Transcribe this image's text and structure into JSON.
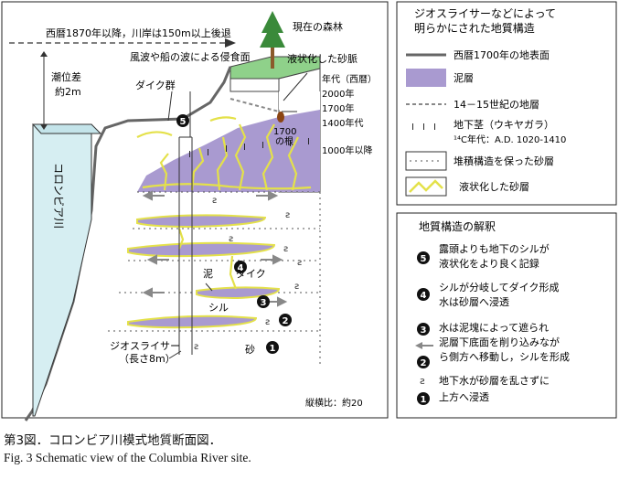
{
  "diagram": {
    "top_arrow_text": "西暦1870年以降，川岸は150m以上後退",
    "forest_label": "現在の森林",
    "erosion_label": "風波や船の波による侵食面",
    "liquefied_vein_label": "液状化した砂脈",
    "dike_group_label": "ダイク群",
    "tide_label_line1": "潮位差",
    "tide_label_line2": "約2m",
    "river_label": "コロンビア川",
    "era_header": "年代（西暦）",
    "era_2000": "2000年",
    "era_1700": "1700年",
    "era_1400": "1400年代",
    "era_1000": "1000年以降",
    "root_label_line1": "1700",
    "root_label_line2": "の根",
    "mud_label": "泥",
    "dike_label": "ダイク",
    "sill_label": "シル",
    "sand_label": "砂",
    "geoslicer_line1": "ジオスライサー",
    "geoslicer_line2": "（長さ8m）",
    "scale_label": "縦横比：約20",
    "marker_1": "1",
    "marker_2": "2",
    "marker_3": "3",
    "marker_4": "4",
    "marker_5": "5"
  },
  "legend": {
    "title_line1": "ジオスライサーなどによって",
    "title_line2": "明らかにされた地質構造",
    "items": [
      {
        "label": "西暦1700年の地表面"
      },
      {
        "label": "泥層"
      },
      {
        "label": "14－15世紀の地層"
      },
      {
        "label": "地下茎（ウキヤガラ）",
        "sub": "¹⁴C年代：A.D. 1020-1410"
      },
      {
        "label": "堆積構造を保った砂層"
      },
      {
        "label": "液状化した砂層"
      }
    ]
  },
  "interpretation": {
    "title": "地質構造の解釈",
    "items": [
      {
        "num": "5",
        "line1": "露頭よりも地下のシルが",
        "line2": "液状化をより良く記録"
      },
      {
        "num": "4",
        "line1": "シルが分岐してダイク形成",
        "line2": "水は砂層へ浸透"
      },
      {
        "num": "3",
        "line1": "水は泥塊によって遮られ",
        "line2": "泥層下底面を削り込みなが",
        "line3": "ら側方へ移動し，シルを形成",
        "num2": "2"
      },
      {
        "num": "1",
        "line1": "地下水が砂層を乱さずに",
        "line2": "上方へ浸透"
      }
    ]
  },
  "caption": {
    "jp": "第3図．コロンビア川模式地質断面図．",
    "en": "Fig. 3  Schematic view of the Columbia River site."
  },
  "colors": {
    "mud": "#a99ad0",
    "liquefied": "#e4e14a",
    "forest": "#8fd18a",
    "river": "#d6eef2",
    "surface": "#666666"
  }
}
